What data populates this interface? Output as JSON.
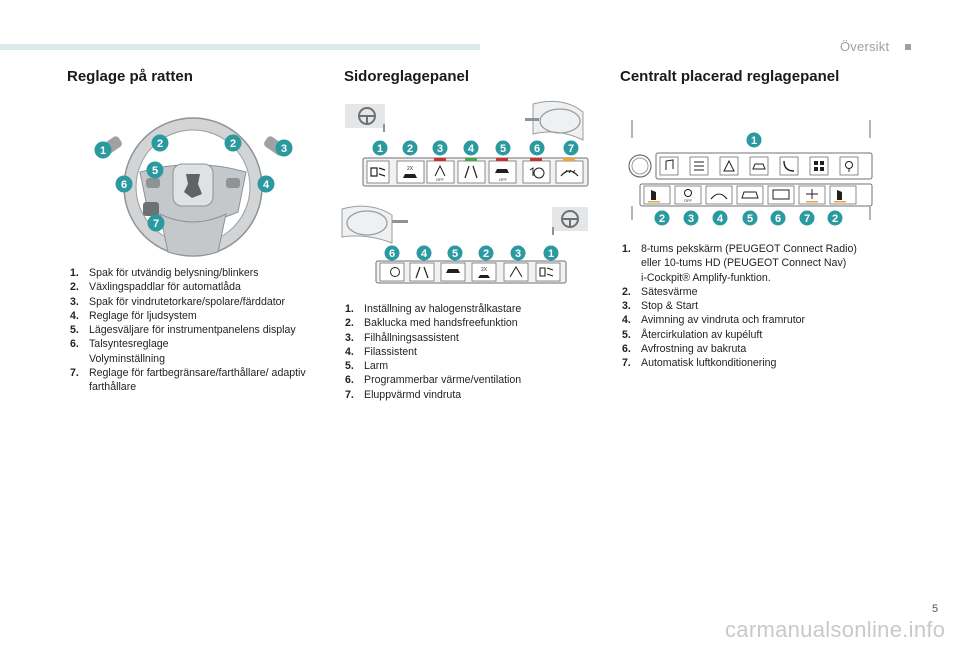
{
  "header": {
    "section": "Översikt"
  },
  "page_number": "5",
  "watermark": "carmanualsonline.info",
  "sections": {
    "steering": {
      "title": "Reglage på ratten",
      "items": [
        {
          "num": "1.",
          "text": "Spak för utvändig belysning/blinkers"
        },
        {
          "num": "2.",
          "text": "Växlingspaddlar för automatlåda"
        },
        {
          "num": "3.",
          "text": "Spak för vindrutetorkare/spolare/färddator"
        },
        {
          "num": "4.",
          "text": "Reglage för ljudsystem"
        },
        {
          "num": "5.",
          "text": "Lägesväljare för instrumentpanelens display"
        },
        {
          "num": "6.",
          "text": "Talsyntesreglage\nVolyminställning"
        },
        {
          "num": "7.",
          "text": "Reglage för fartbegränsare/farthållare/ adaptiv farthållare"
        }
      ],
      "badges": [
        "1",
        "2",
        "2",
        "3",
        "5",
        "6",
        "4",
        "7"
      ]
    },
    "side": {
      "title": "Sidoreglagepanel",
      "items": [
        {
          "num": "1.",
          "text": "Inställning av halogenstrålkastare"
        },
        {
          "num": "2.",
          "text": "Baklucka med handsfreefunktion"
        },
        {
          "num": "3.",
          "text": "Filhållningsassistent"
        },
        {
          "num": "4.",
          "text": "Filassistent"
        },
        {
          "num": "5.",
          "text": "Larm"
        },
        {
          "num": "6.",
          "text": "Programmerbar värme/ventilation"
        },
        {
          "num": "7.",
          "text": "Eluppvärmd vindruta"
        }
      ],
      "badges_top": [
        "1",
        "2",
        "3",
        "4",
        "5",
        "6",
        "7"
      ],
      "badges_bottom": [
        "6",
        "4",
        "5",
        "2",
        "3",
        "1"
      ],
      "button_labels": {
        "2x": "2X",
        "off": "OFF"
      }
    },
    "center": {
      "title": "Centralt placerad reglagepanel",
      "items": [
        {
          "num": "1.",
          "text": "8-tums pekskärm (PEUGEOT Connect Radio) eller 10-tums HD (PEUGEOT Connect Nav)\ni-Cockpit® Amplify-funktion."
        },
        {
          "num": "2.",
          "text": "Sätesvärme"
        },
        {
          "num": "3.",
          "text": "Stop & Start"
        },
        {
          "num": "4.",
          "text": "Avimning av vindruta och framrutor"
        },
        {
          "num": "5.",
          "text": "Återcirkulation av kupéluft"
        },
        {
          "num": "6.",
          "text": "Avfrostning av bakruta"
        },
        {
          "num": "7.",
          "text": "Automatisk luftkonditionering"
        }
      ],
      "badges_top": [
        "1"
      ],
      "badges_bottom": [
        "2",
        "3",
        "4",
        "5",
        "6",
        "7",
        "2"
      ],
      "button_labels": {
        "off": "OFF"
      }
    }
  }
}
